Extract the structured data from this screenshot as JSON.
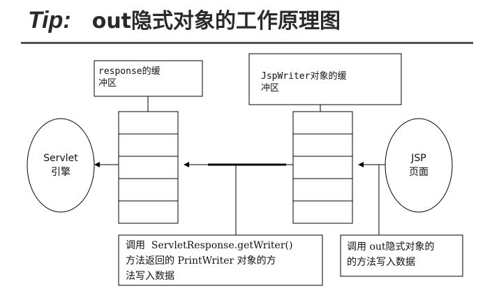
{
  "title": {
    "tip": "Tip:",
    "heading": "out隐式对象的工作原理图"
  },
  "response_buffer": {
    "label_line1": "response的缓",
    "label_line2": "冲区"
  },
  "jspwriter_buffer": {
    "label_line1": "JspWriter对象的缓",
    "label_line2": "冲区"
  },
  "servlet_engine": {
    "line1": "Servlet",
    "line2": "引擎"
  },
  "jsp_page": {
    "line1": "JSP",
    "line2": "页面"
  },
  "note_getwriter": {
    "line1": "调用  ServletResponse.getWriter()",
    "line2": "方法返回的 PrintWriter 对象的方",
    "line3": "法写入数据"
  },
  "note_out": {
    "line1": "调用 out隐式对象的",
    "line2": "的方法写入数据"
  }
}
